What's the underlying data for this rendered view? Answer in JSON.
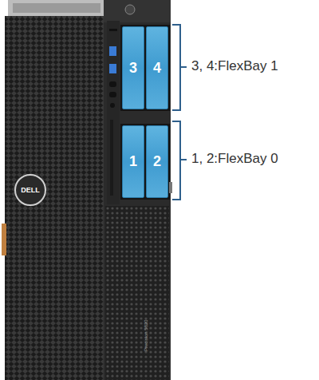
{
  "diagram": {
    "nodes": [
      {
        "text": [
          "3"
        ]
      },
      {
        "text": [
          "4"
        ]
      },
      {
        "text": [
          "1"
        ]
      },
      {
        "text": [
          "2"
        ]
      }
    ],
    "labels": [
      "3, 4:FlexBay 1",
      "1, 2:FlexBay 0",
      "DELL",
      "Precision 5820"
    ]
  }
}
